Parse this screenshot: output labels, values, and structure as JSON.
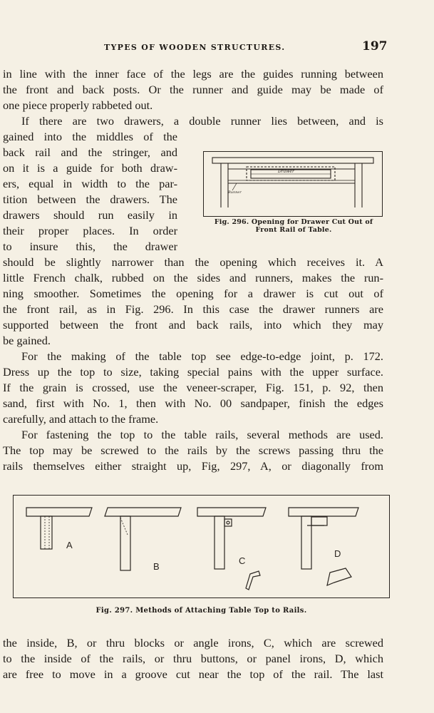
{
  "header": {
    "title": "TYPES OF WOODEN STRUCTURES.",
    "page_number": "197"
  },
  "lines_top": [
    "in line with the inner face of the legs are the guides running between",
    "the front and back posts.  Or the runner and guide may be made of",
    "one piece properly rabbeted out."
  ],
  "lines_left_col": [
    "If there are two drawers, a double runner lies between, and is",
    "gained into the middles of the",
    "back rail and the stringer, and",
    "on it is a guide for both draw-",
    "ers, equal in width to the par-",
    "tition between the drawers.  The",
    "drawers should run easily in",
    "their proper places.  In order",
    "to insure this, the drawer"
  ],
  "lines_mid": [
    "should be slightly narrower than the opening which receives it.  A",
    "little French chalk, rubbed on the sides and runners, makes the run-",
    "ning smoother.  Sometimes the opening for a drawer is cut out of",
    "the front rail, as in Fig. 296.  In this case the drawer runners are",
    "supported between the front and back rails, into which they may",
    "be gained.",
    "For the making of the table top see edge-to-edge joint, p. 172.",
    "Dress up the top to size, taking special pains with the upper surface.",
    "If the grain is crossed, use the veneer-scraper, Fig. 151, p. 92, then",
    "sand, first with No. 1, then with No. 00 sandpaper, finish the edges",
    "carefully, and attach to the frame.",
    "For fastening the top to the table rails, several methods are used.",
    "The top may be screwed to the rails by the screws passing thru the",
    "rails themselves either straight up, Fig, 297, A, or diagonally from"
  ],
  "lines_bottom": [
    "the inside, B, or thru blocks or angle irons, C, which are screwed",
    "to the inside of the rails, or thru buttons, or panel irons, D, which",
    "are free to move in a groove cut near the top of the rail.  The last"
  ],
  "fig296": {
    "caption_line1": "Fig. 296.  Opening for Drawer Cut Out of",
    "caption_line2": "Front Rail of Table.",
    "drawer_label": "Drawer",
    "runner_label": "Runner"
  },
  "fig297": {
    "caption": "Fig. 297.  Methods of Attaching Table Top to Rails.",
    "labels": [
      "A",
      "B",
      "C",
      "D"
    ]
  }
}
